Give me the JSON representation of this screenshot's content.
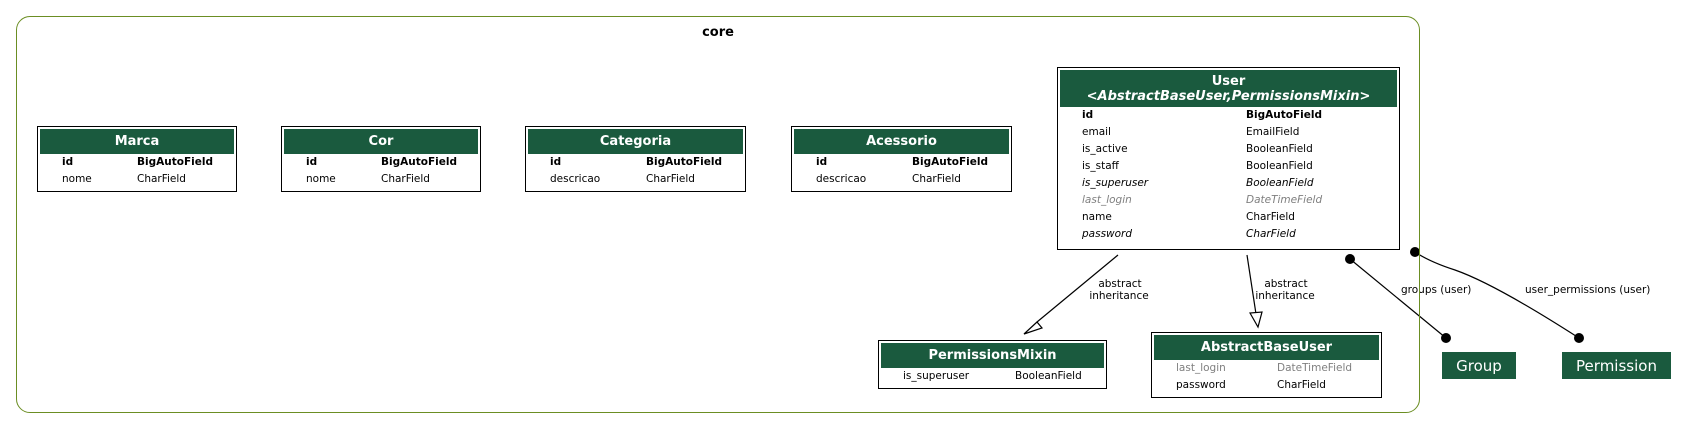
{
  "cluster": {
    "title": "core"
  },
  "models": {
    "marca": {
      "title": "Marca",
      "fields": [
        {
          "name": "id",
          "type": "BigAutoField"
        },
        {
          "name": "nome",
          "type": "CharField"
        }
      ]
    },
    "cor": {
      "title": "Cor",
      "fields": [
        {
          "name": "id",
          "type": "BigAutoField"
        },
        {
          "name": "nome",
          "type": "CharField"
        }
      ]
    },
    "categoria": {
      "title": "Categoria",
      "fields": [
        {
          "name": "id",
          "type": "BigAutoField"
        },
        {
          "name": "descricao",
          "type": "CharField"
        }
      ]
    },
    "acessorio": {
      "title": "Acessorio",
      "fields": [
        {
          "name": "id",
          "type": "BigAutoField"
        },
        {
          "name": "descricao",
          "type": "CharField"
        }
      ]
    },
    "user": {
      "title": "User",
      "subtitle": "<AbstractBaseUser,PermissionsMixin>",
      "fields": [
        {
          "name": "id",
          "type": "BigAutoField"
        },
        {
          "name": "email",
          "type": "EmailField"
        },
        {
          "name": "is_active",
          "type": "BooleanField"
        },
        {
          "name": "is_staff",
          "type": "BooleanField"
        },
        {
          "name": "is_superuser",
          "type": "BooleanField"
        },
        {
          "name": "last_login",
          "type": "DateTimeField"
        },
        {
          "name": "name",
          "type": "CharField"
        },
        {
          "name": "password",
          "type": "CharField"
        }
      ]
    },
    "permissionsmixin": {
      "title": "PermissionsMixin",
      "fields": [
        {
          "name": "is_superuser",
          "type": "BooleanField"
        }
      ]
    },
    "abstractbaseuser": {
      "title": "AbstractBaseUser",
      "fields": [
        {
          "name": "last_login",
          "type": "DateTimeField"
        },
        {
          "name": "password",
          "type": "CharField"
        }
      ]
    }
  },
  "external": {
    "group": "Group",
    "permission": "Permission"
  },
  "edges": {
    "inherit_permissionsmixin": {
      "line1": "abstract",
      "line2": "inheritance"
    },
    "inherit_abstractbaseuser": {
      "line1": "abstract",
      "line2": "inheritance"
    },
    "groups": "groups (user)",
    "user_permissions": "user_permissions (user)"
  }
}
